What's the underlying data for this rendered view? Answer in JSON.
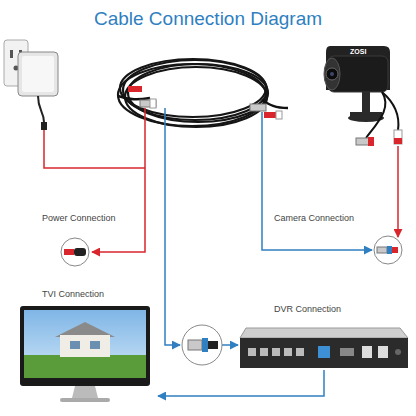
{
  "diagram": {
    "title": "Cable Connection Diagram",
    "labels": [
      "Power Connection",
      "Camera Connection",
      "TVI Connection",
      "DVR Connection",
      "ZOSI"
    ]
  }
}
